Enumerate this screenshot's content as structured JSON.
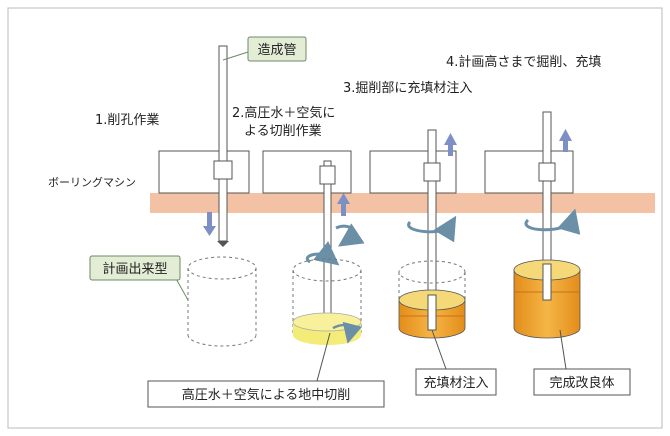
{
  "labels": {
    "pipe": "造成管",
    "machine": "ボーリングマシン",
    "planned_shape": "計画出来型",
    "jet_cutting": "高圧水＋空気による地中切削",
    "filler_injection": "充填材注入",
    "finished_body": "完成改良体"
  },
  "steps": [
    {
      "text": "1.削孔作業"
    },
    {
      "line1": "2.高圧水＋空気に",
      "line2": "よる切削作業"
    },
    {
      "text": "3.掘削部に充填材注入"
    },
    {
      "text": "4.計画高さまで掘削、充填"
    }
  ],
  "colors": {
    "ground": "#f3c2a4",
    "arrow_up": "#7d8fc4",
    "rotation_arrow": "#6c8fa8",
    "light_fill": "#f4ec78",
    "orange_fill": "#f0a530",
    "callout_fill": "#e3ecd4",
    "callout_border": "#6c8a68",
    "box_border": "#555555"
  },
  "icons": [
    "up-arrow-icon",
    "down-arrow-icon",
    "rotation-arrow-icon"
  ]
}
